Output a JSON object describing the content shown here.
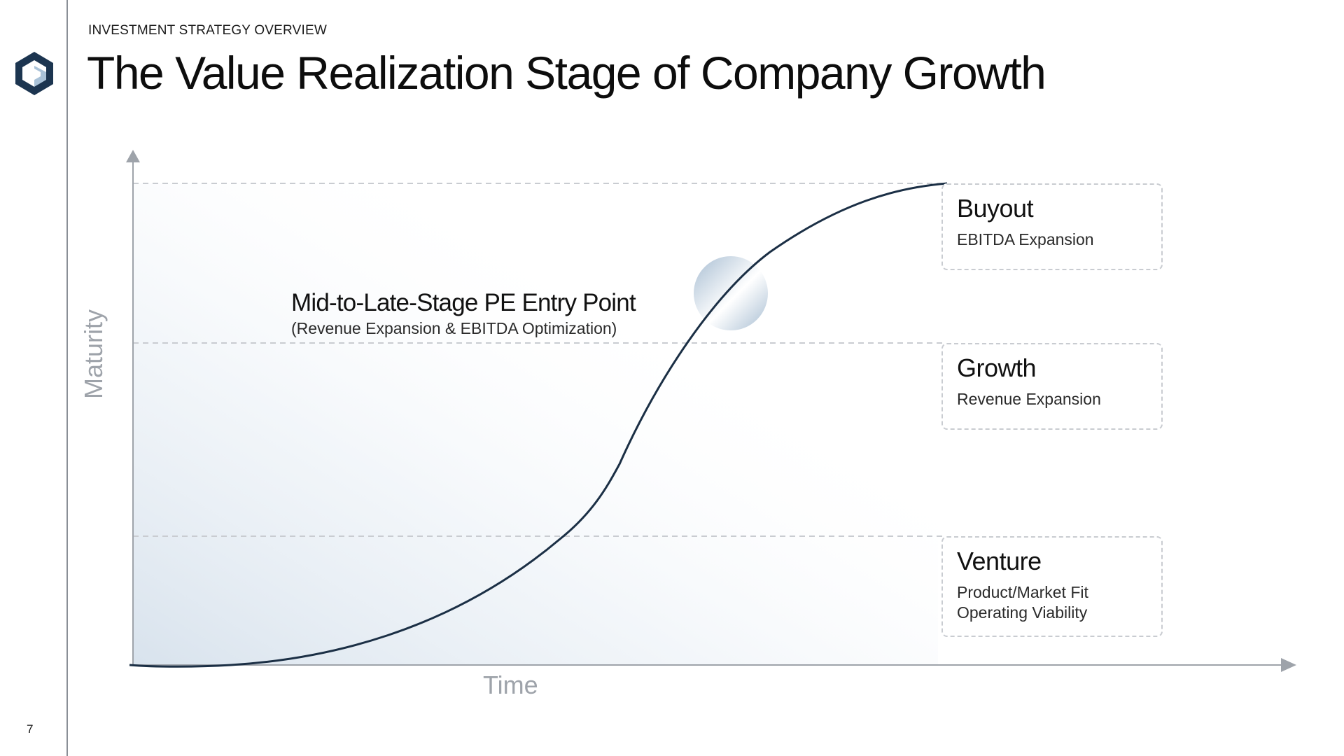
{
  "header": {
    "eyebrow": "INVESTMENT STRATEGY OVERVIEW",
    "title": "The Value Realization Stage of Company Growth"
  },
  "page_number": "7",
  "logo": {
    "icon": "company-logo-icon",
    "colors": [
      "#1c3550",
      "#a9c2d8"
    ]
  },
  "diagram": {
    "x_axis_label": "Time",
    "y_axis_label": "Maturity",
    "entry_point": {
      "title": "Mid-to-Late-Stage PE Entry Point",
      "subtitle": "(Revenue Expansion & EBITDA Optimization)"
    },
    "stages": [
      {
        "name": "Buyout",
        "lines": [
          "EBITDA Expansion"
        ]
      },
      {
        "name": "Growth",
        "lines": [
          "Revenue Expansion"
        ]
      },
      {
        "name": "Venture",
        "lines": [
          "Product/Market Fit",
          "Operating Viability"
        ]
      }
    ],
    "colors": {
      "curve": "#1b2f45",
      "axis": "#9ea3aa",
      "dashed_lines": "#c9ccd1",
      "area_fill": "#dde6ef"
    }
  }
}
